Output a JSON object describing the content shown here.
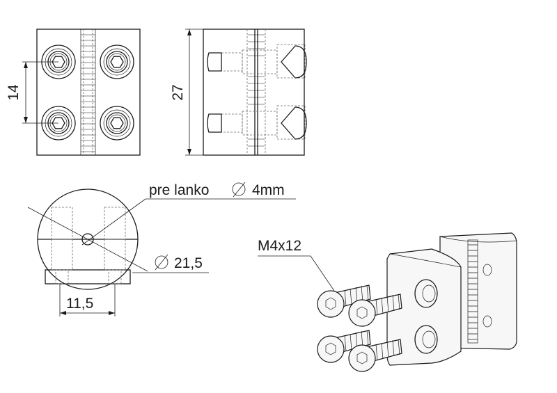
{
  "drawing": {
    "dim_spacing": "14",
    "dim_height": "27",
    "cable_hole_label": "pre lanko",
    "cable_hole_diameter": "4mm",
    "outer_diameter": "21,5",
    "width": "11,5",
    "screw_spec": "M4x12"
  },
  "symbols": {
    "diameter": "diameter-symbol"
  }
}
